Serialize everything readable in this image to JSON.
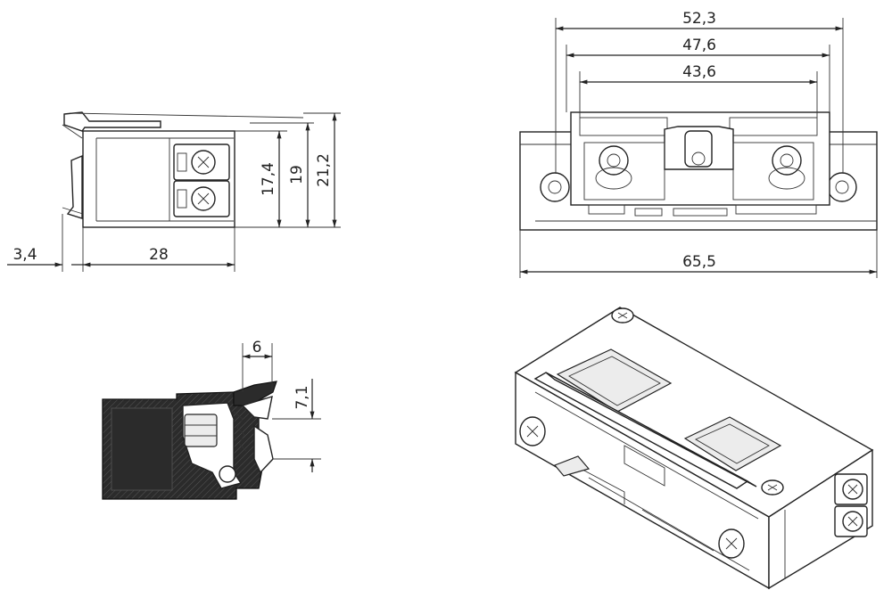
{
  "views": {
    "side": {
      "dims": {
        "width_28": "28",
        "offset_3_4": "3,4",
        "h_17_4": "17,4",
        "h_19": "19",
        "h_21_2": "21,2"
      }
    },
    "front": {
      "dims": {
        "w_52_3": "52,3",
        "w_47_6": "47,6",
        "w_43_6": "43,6",
        "w_65_5": "65,5"
      }
    },
    "section": {
      "dims": {
        "w_6": "6",
        "h_7_1": "7,1"
      }
    },
    "iso": {}
  }
}
